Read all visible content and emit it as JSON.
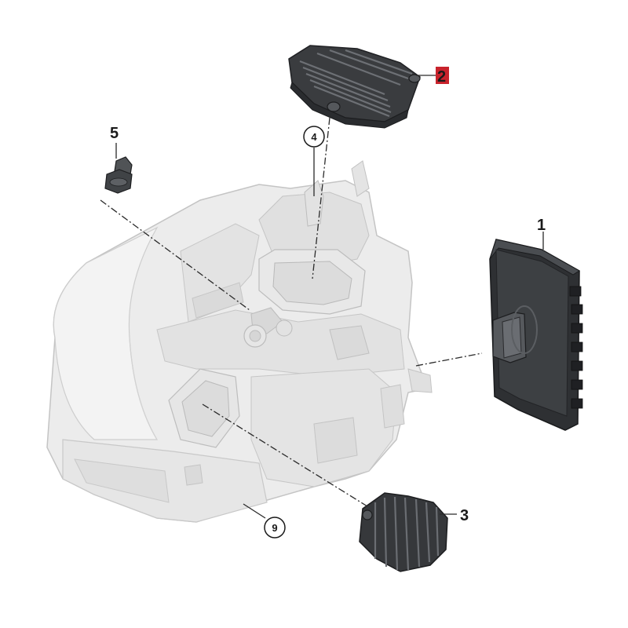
{
  "callouts": {
    "part_1": "1",
    "part_2": "2",
    "part_3": "3",
    "part_4": "4",
    "part_5": "5",
    "part_9": "9"
  },
  "colors": {
    "housing_fill": "#ececec",
    "housing_stroke": "#c4c4c4",
    "part_dark": "#3a3c3f",
    "part_mid": "#55585c",
    "highlight": "#c8232c"
  }
}
